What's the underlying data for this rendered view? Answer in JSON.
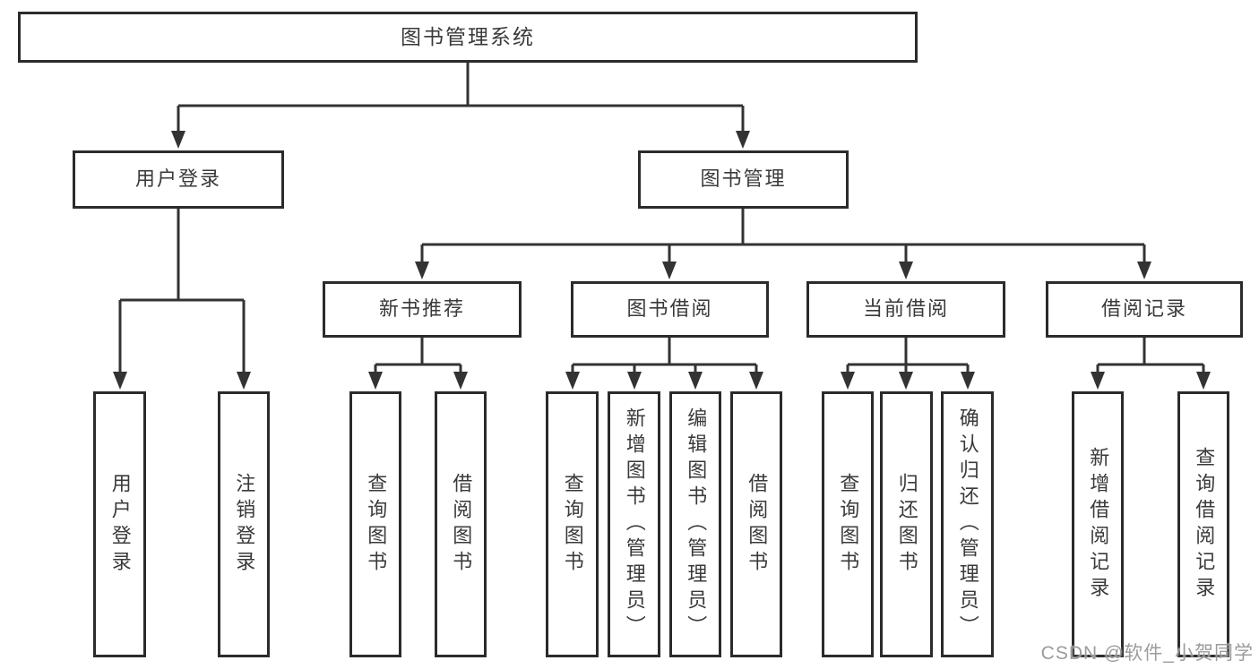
{
  "colors": {
    "background": "#ffffff",
    "box_border": "#2b2b2b",
    "box_fill": "#ffffff",
    "line": "#333333",
    "text": "#3a3a3a",
    "watermark": "#919191"
  },
  "watermark": {
    "text": "CSDN @软件_小贺同学"
  },
  "diagram": {
    "root": {
      "label": "图书管理系统"
    },
    "level2": [
      {
        "id": "user-login",
        "label": "用户登录"
      },
      {
        "id": "book-management",
        "label": "图书管理"
      }
    ],
    "level3": [
      {
        "id": "new-book-recommend",
        "label": "新书推荐",
        "parent": "图书管理"
      },
      {
        "id": "book-borrow",
        "label": "图书借阅",
        "parent": "图书管理"
      },
      {
        "id": "current-borrow",
        "label": "当前借阅",
        "parent": "图书管理"
      },
      {
        "id": "borrow-records",
        "label": "借阅记录",
        "parent": "图书管理"
      }
    ],
    "leaves": [
      {
        "id": "leaf-user-login",
        "label": "用户登录",
        "parent": "用户登录"
      },
      {
        "id": "leaf-logout",
        "label": "注销登录",
        "parent": "用户登录"
      },
      {
        "id": "leaf-nbr-query-book",
        "label": "查询图书",
        "parent": "新书推荐"
      },
      {
        "id": "leaf-nbr-borrow-book",
        "label": "借阅图书",
        "parent": "新书推荐"
      },
      {
        "id": "leaf-bb-query-book",
        "label": "查询图书",
        "parent": "图书借阅"
      },
      {
        "id": "leaf-bb-add-book",
        "label": "新增图书（管理员）",
        "parent": "图书借阅"
      },
      {
        "id": "leaf-bb-edit-book",
        "label": "编辑图书（管理员）",
        "parent": "图书借阅"
      },
      {
        "id": "leaf-bb-borrow-book",
        "label": "借阅图书",
        "parent": "图书借阅"
      },
      {
        "id": "leaf-cb-query-book",
        "label": "查询图书",
        "parent": "当前借阅"
      },
      {
        "id": "leaf-cb-return-book",
        "label": "归还图书",
        "parent": "当前借阅"
      },
      {
        "id": "leaf-cb-confirm-return",
        "label": "确认归还（管理员）",
        "parent": "当前借阅"
      },
      {
        "id": "leaf-br-add-record",
        "label": "新增借阅记录",
        "parent": "借阅记录"
      },
      {
        "id": "leaf-br-query-record",
        "label": "查询借阅记录",
        "parent": "借阅记录"
      }
    ]
  }
}
